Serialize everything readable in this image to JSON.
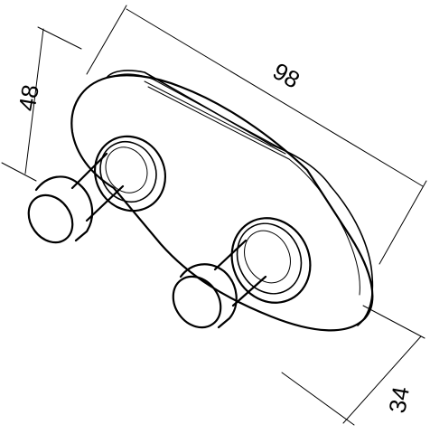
{
  "drawing": {
    "dimensions": {
      "length": "98",
      "height": "48",
      "depth": "34"
    }
  }
}
